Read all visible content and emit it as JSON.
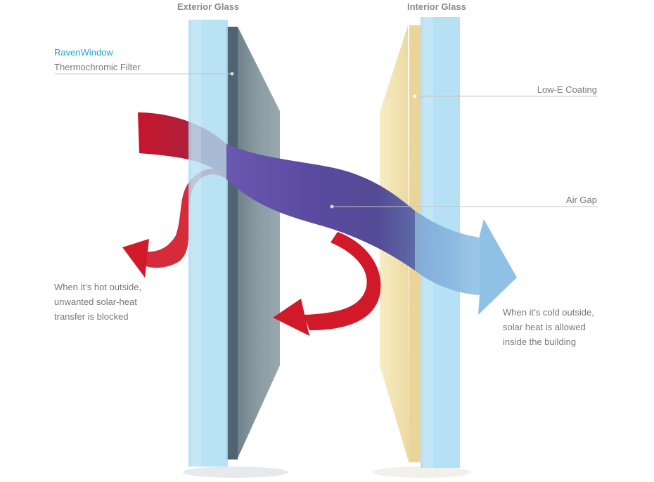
{
  "headers": {
    "exterior": "Exterior Glass",
    "interior": "Interior Glass"
  },
  "labels": {
    "brand": "RavenWindow",
    "filter": "Thermochromic Filter",
    "lowe": "Low-E Coating",
    "airgap": "Air Gap",
    "hot": [
      "When it’s hot outside,",
      "unwanted solar-heat",
      "transfer is blocked"
    ],
    "cold": [
      "When it’s cold outside,",
      "solar heat is allowed",
      "inside the building"
    ]
  },
  "colors": {
    "glass_blue": "#a9dcf3",
    "filter_dark": "#6b7e89",
    "coating_yellow": "#f0dfa8",
    "heat_red": "#d2192a",
    "flow_purple": "#5a4aa0",
    "cold_blue": "#8fc1e6",
    "brand_cyan": "#1aa8d6",
    "text_gray": "#777777"
  }
}
